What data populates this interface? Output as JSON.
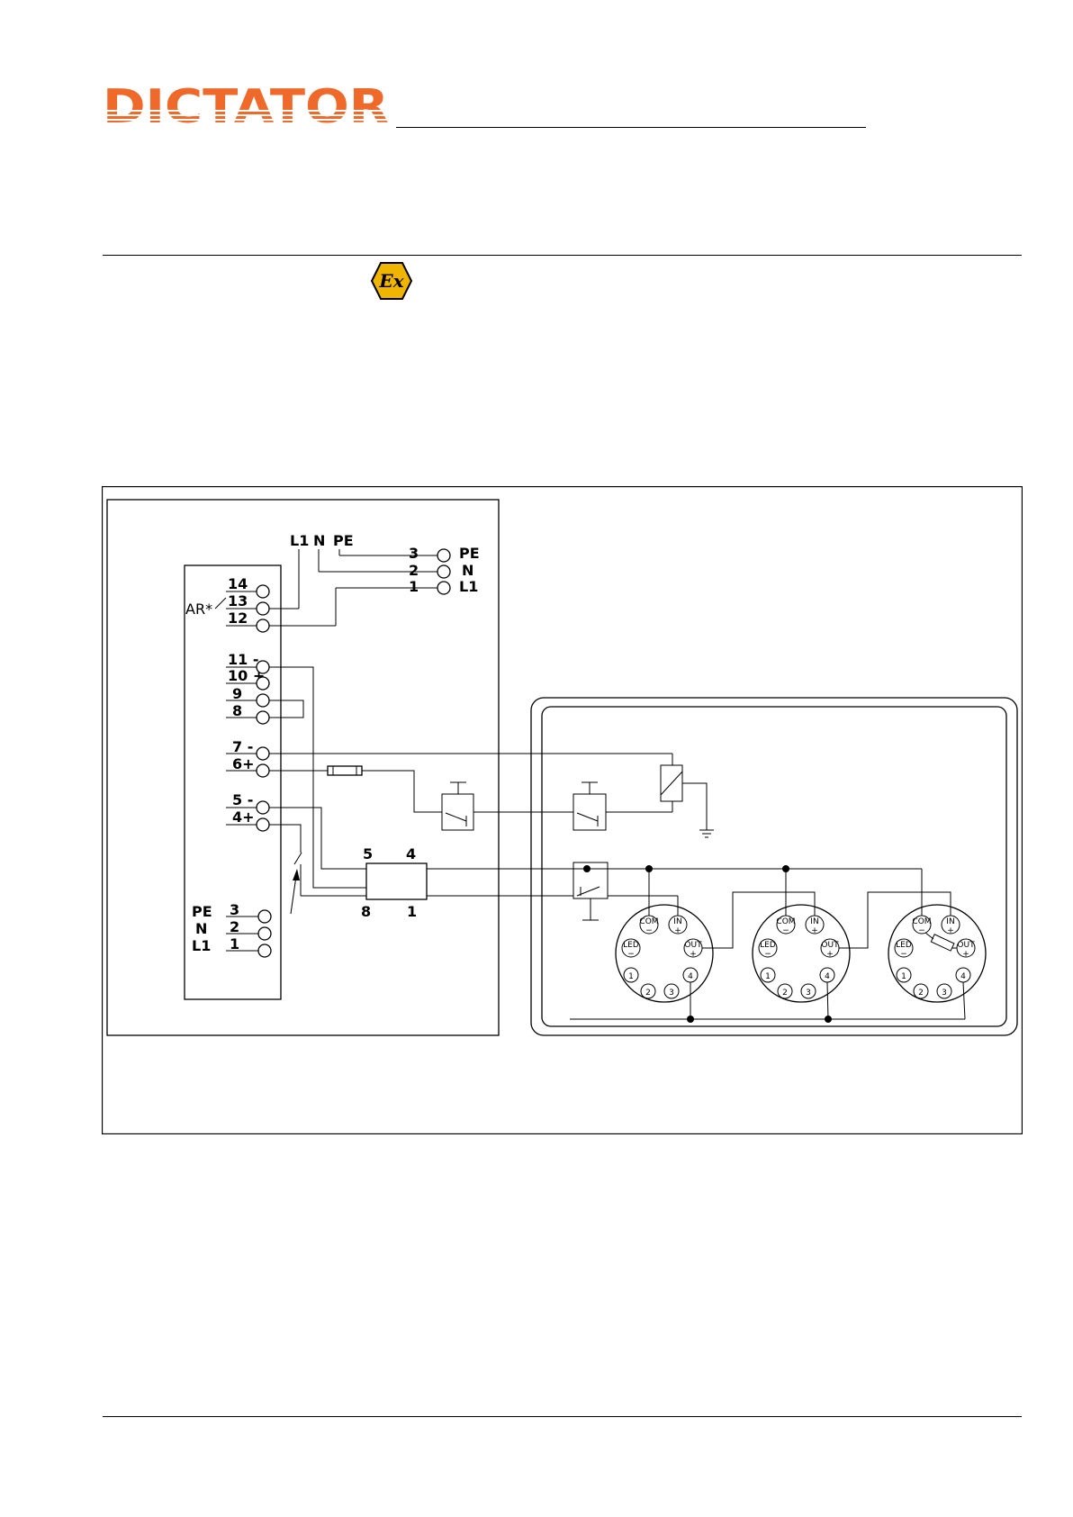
{
  "brand": {
    "name": "DICTATOR",
    "color": "#ef6a2a"
  },
  "ex_symbol": {
    "text": "Ex",
    "fill": "#f0b500"
  },
  "terminals_left": [
    {
      "label": "14"
    },
    {
      "label": "13"
    },
    {
      "label": "12"
    },
    {
      "label": "11 -"
    },
    {
      "label": "10 +"
    },
    {
      "label": "9"
    },
    {
      "label": "8"
    },
    {
      "label": "7 -"
    },
    {
      "label": "6+"
    },
    {
      "label": "5 -"
    },
    {
      "label": "4+"
    }
  ],
  "relay_label": "AR*",
  "supply_in": {
    "header": [
      "L1",
      "N",
      "PE"
    ],
    "numbers": [
      "3",
      "2",
      "1"
    ],
    "names": [
      "PE",
      "N",
      "L1"
    ]
  },
  "supply_out": {
    "names": [
      "PE",
      "N",
      "L1"
    ],
    "numbers": [
      "3",
      "2",
      "1"
    ]
  },
  "module_pins": {
    "top": [
      "5",
      "4"
    ],
    "bottom": [
      "8",
      "1"
    ]
  },
  "detector_pins": {
    "com": "COM",
    "in": "IN",
    "led": "LED",
    "out": "OUT",
    "minus": "−",
    "plus": "+",
    "numbered": [
      "1",
      "2",
      "3",
      "4"
    ]
  }
}
